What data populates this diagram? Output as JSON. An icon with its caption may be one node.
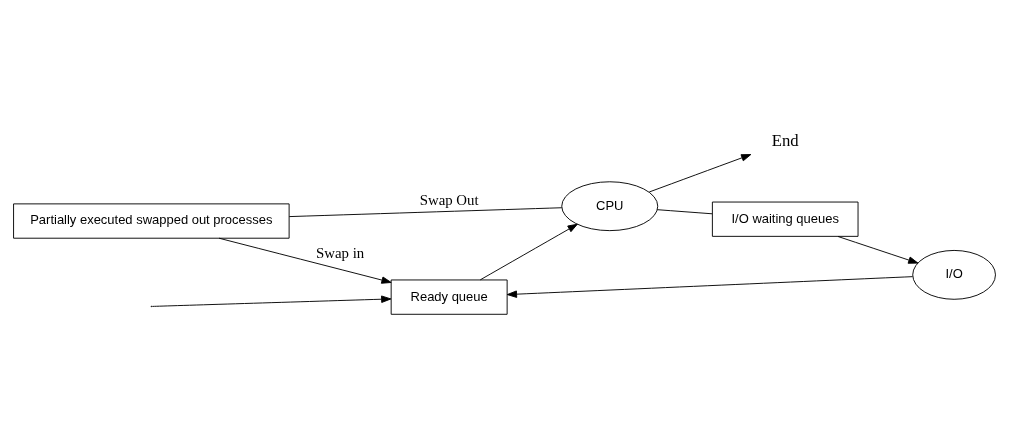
{
  "diagram": {
    "nodes": [
      {
        "text": [
          "Partially executed swapped out processes"
        ]
      },
      {
        "text": [
          "Ready queue"
        ]
      },
      {
        "text": [
          "CPU"
        ]
      },
      {
        "text": [
          "I/O waiting queues"
        ]
      },
      {
        "text": [
          "I/O"
        ]
      },
      {
        "text": [
          "End"
        ]
      }
    ],
    "edges": [
      {
        "from": 0,
        "to": 1,
        "arrow": "to",
        "label": "Swap in"
      },
      {
        "from": 2,
        "to": 0,
        "arrow": "none",
        "label": "Swap Out"
      },
      {
        "from": null,
        "to": 1,
        "arrow": "to"
      },
      {
        "from": 1,
        "to": 2,
        "arrow": "to"
      },
      {
        "from": 2,
        "to": 5,
        "arrow": "to"
      },
      {
        "from": 2,
        "to": 3,
        "arrow": "none"
      },
      {
        "from": 3,
        "to": 4,
        "arrow": "to"
      },
      {
        "from": 4,
        "to": 1,
        "arrow": "to"
      }
    ]
  }
}
